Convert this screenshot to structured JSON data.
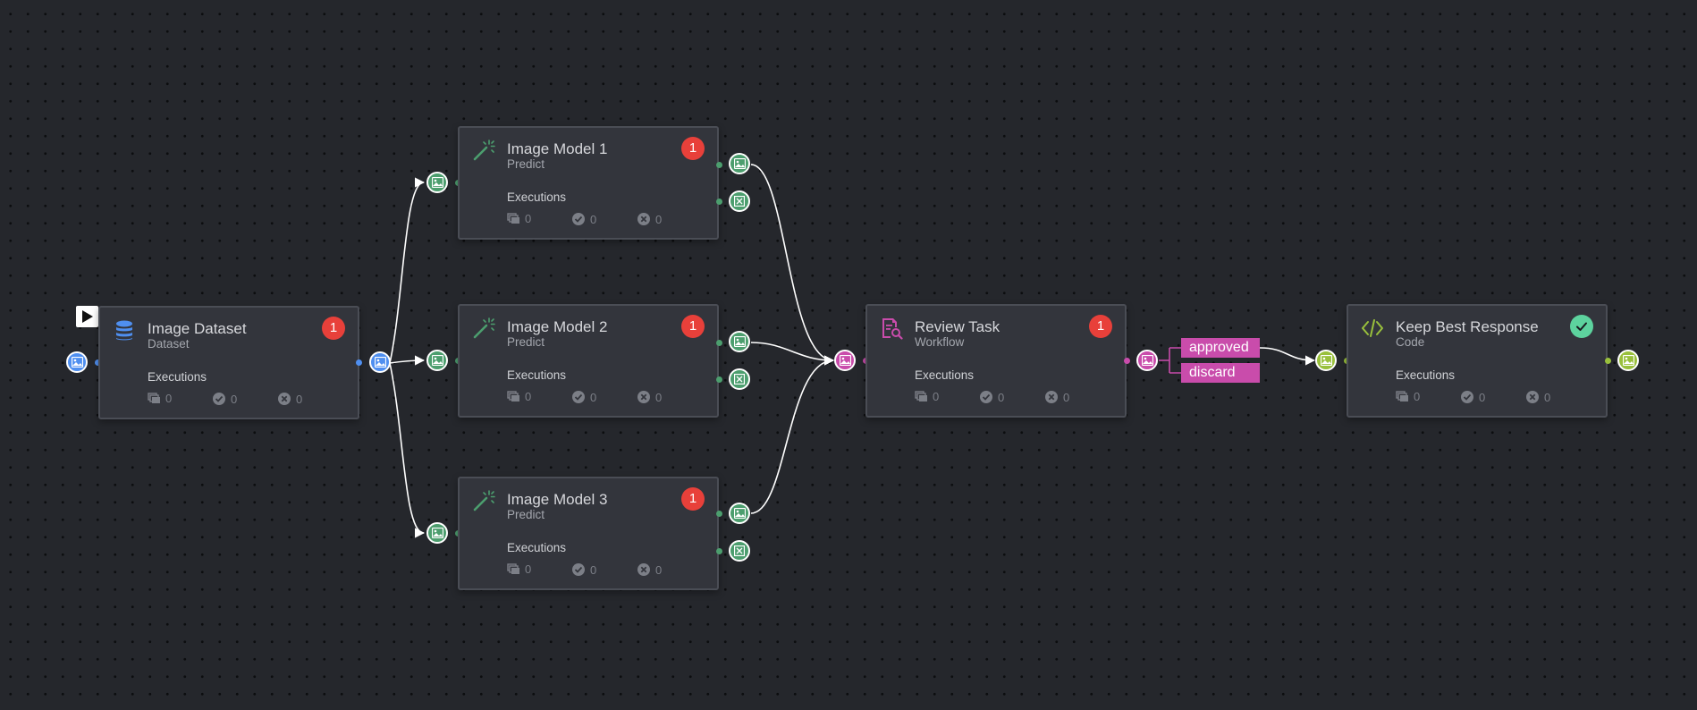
{
  "nodes": {
    "image_dataset": {
      "title": "Image Dataset",
      "subtitle": "Dataset",
      "badge": "1",
      "icon": "database-icon"
    },
    "image_model_1": {
      "title": "Image Model 1",
      "subtitle": "Predict",
      "badge": "1",
      "icon": "magic-wand-icon"
    },
    "image_model_2": {
      "title": "Image Model 2",
      "subtitle": "Predict",
      "badge": "1",
      "icon": "magic-wand-icon"
    },
    "image_model_3": {
      "title": "Image Model 3",
      "subtitle": "Predict",
      "badge": "1",
      "icon": "magic-wand-icon"
    },
    "review_task": {
      "title": "Review Task",
      "subtitle": "Workflow",
      "badge": "1",
      "icon": "review-document-icon"
    },
    "keep_best_response": {
      "title": "Keep Best Response",
      "subtitle": "Code",
      "icon": "code-icon",
      "status": "check-icon"
    }
  },
  "executions": {
    "label": "Executions",
    "total": "0",
    "succeeded": "0",
    "failed": "0"
  },
  "branches": {
    "approved": "approved",
    "discard": "discard"
  },
  "colors": {
    "dataset": "#4f8ff0",
    "predict": "#4c9e6e",
    "workflow": "#c94cab",
    "code": "#99c03c",
    "error_badge": "#e8403a",
    "success_badge": "#5dd39e"
  }
}
